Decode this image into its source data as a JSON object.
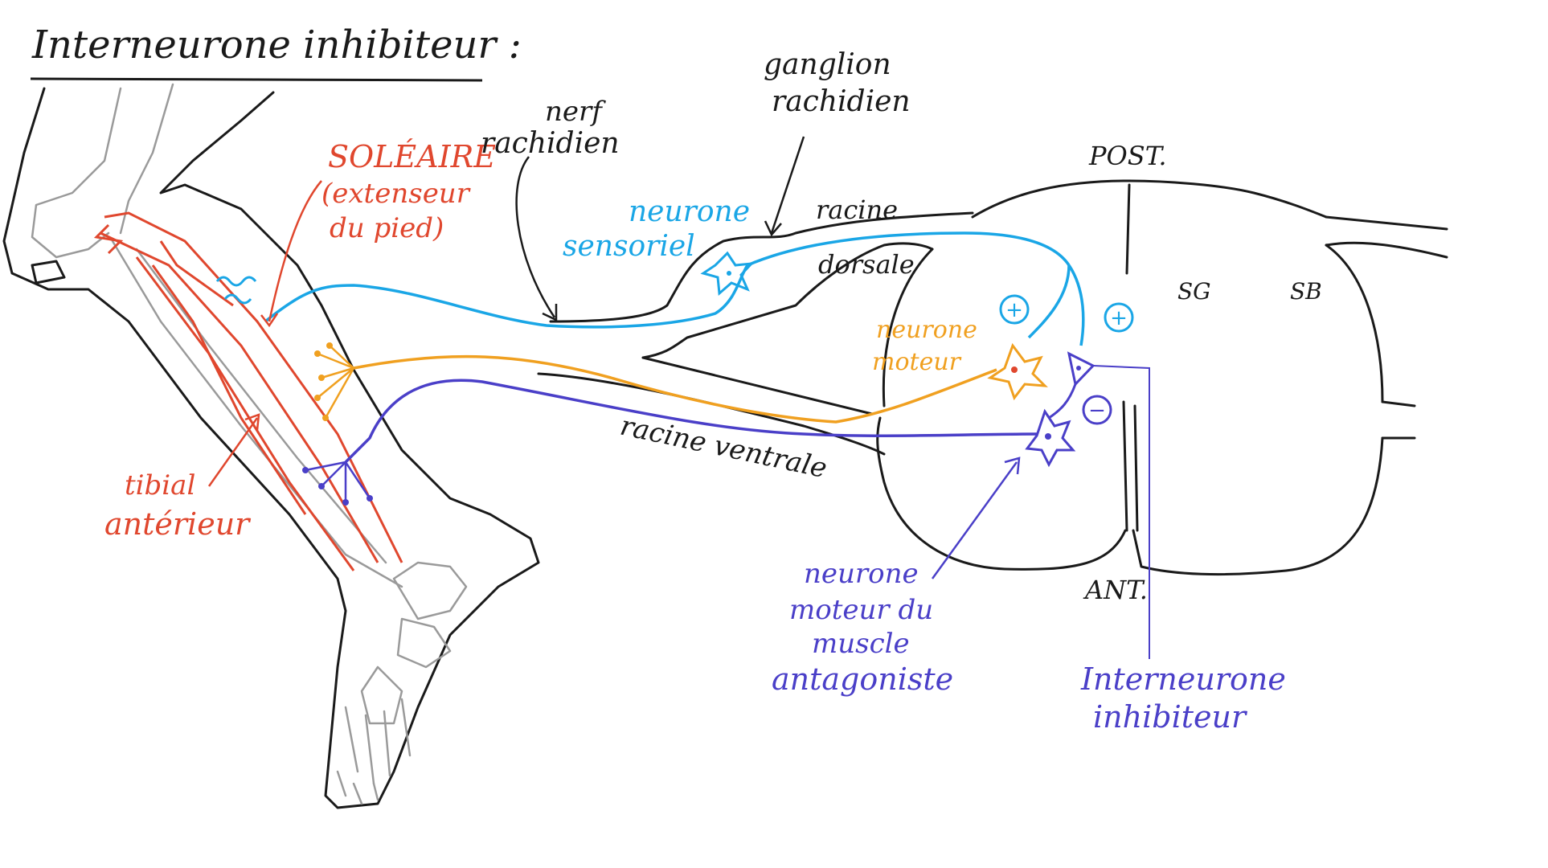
{
  "title": "Interneurone inhibiteur :",
  "labels": {
    "soleaire_1": "SOLÉAIRE",
    "soleaire_2": "(extenseur",
    "soleaire_3": "du pied)",
    "tibial_1": "tibial",
    "tibial_2": "antérieur",
    "nerf_1": "nerf",
    "nerf_2": "rachidien",
    "ganglion_1": "ganglion",
    "ganglion_2": "rachidien",
    "post": "POST.",
    "ant": "ANT.",
    "racine_dorsale_1": "racine",
    "racine_dorsale_2": "dorsale",
    "racine_ventrale": "racine ventrale",
    "neurone_sensoriel_1": "neurone",
    "neurone_sensoriel_2": "sensoriel",
    "neurone_moteur_1": "neurone",
    "neurone_moteur_2": "moteur",
    "sg": "SG",
    "sb": "SB",
    "neurone_antagoniste_1": "neurone",
    "neurone_antagoniste_2": "moteur du",
    "neurone_antagoniste_3": "muscle",
    "neurone_antagoniste_4": "antagoniste",
    "interneurone_1": "Interneurone",
    "interneurone_2": "inhibiteur",
    "plus_1": "+",
    "plus_2": "+",
    "minus": "−"
  },
  "colors": {
    "ink": "#1a1a1a",
    "muscle_red": "#e0472e",
    "sensory_blue": "#1aa6e6",
    "motor_orange": "#f0a020",
    "antagonist_purple": "#4a3fc8",
    "bone_grey": "#9a9a9a"
  }
}
